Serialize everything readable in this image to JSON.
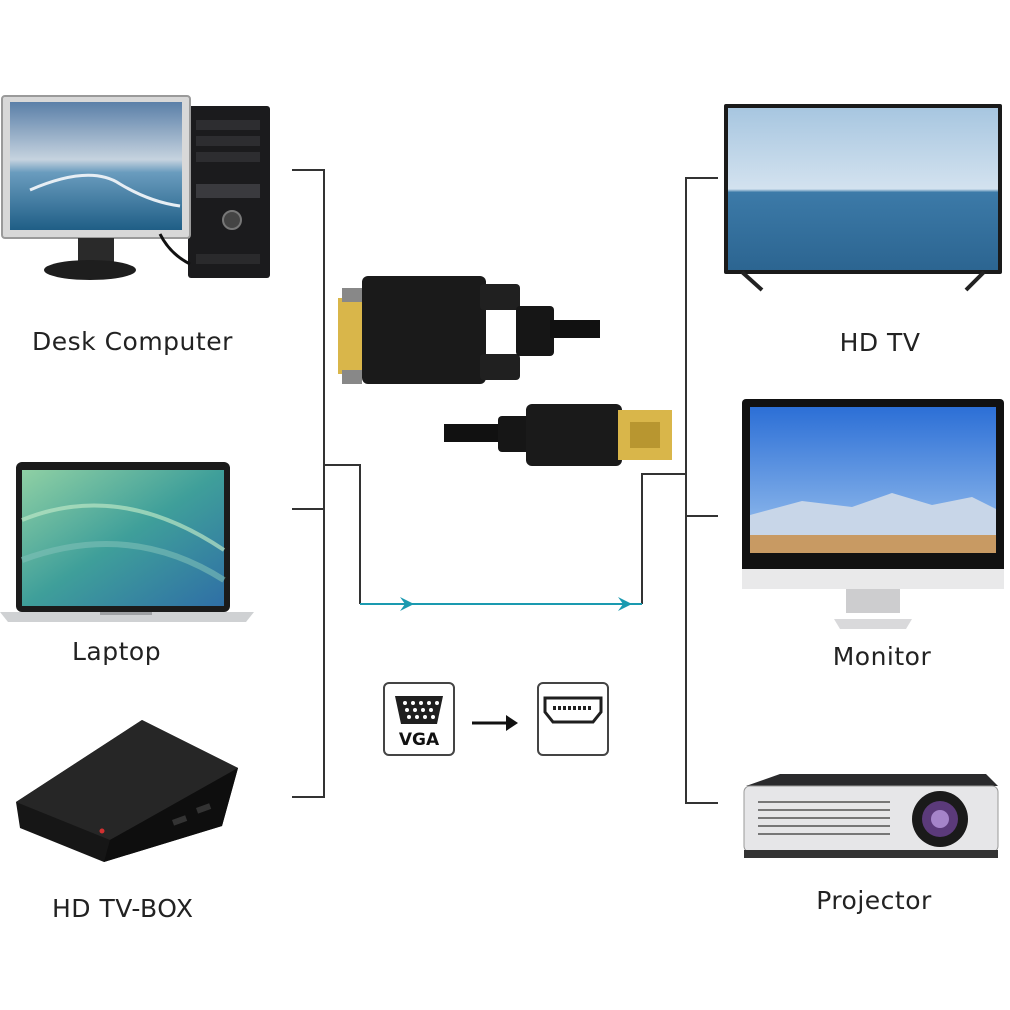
{
  "sources": [
    {
      "label": "Desk Computer",
      "icon": "desktop-computer"
    },
    {
      "label": "Laptop",
      "icon": "laptop"
    },
    {
      "label": "HD TV-BOX",
      "icon": "tv-box"
    }
  ],
  "targets": [
    {
      "label": "HD TV",
      "icon": "hd-tv"
    },
    {
      "label": "Monitor",
      "icon": "monitor"
    },
    {
      "label": "Projector",
      "icon": "projector"
    }
  ],
  "adapter": {
    "from_label": "VGA",
    "from_icon": "vga-port-icon",
    "to_icon": "hdmi-port-icon",
    "arrow": "arrow-right-icon"
  },
  "colors": {
    "line": "#333333",
    "signal": "#1a9ab0",
    "connector_gold": "#d9b64a"
  }
}
